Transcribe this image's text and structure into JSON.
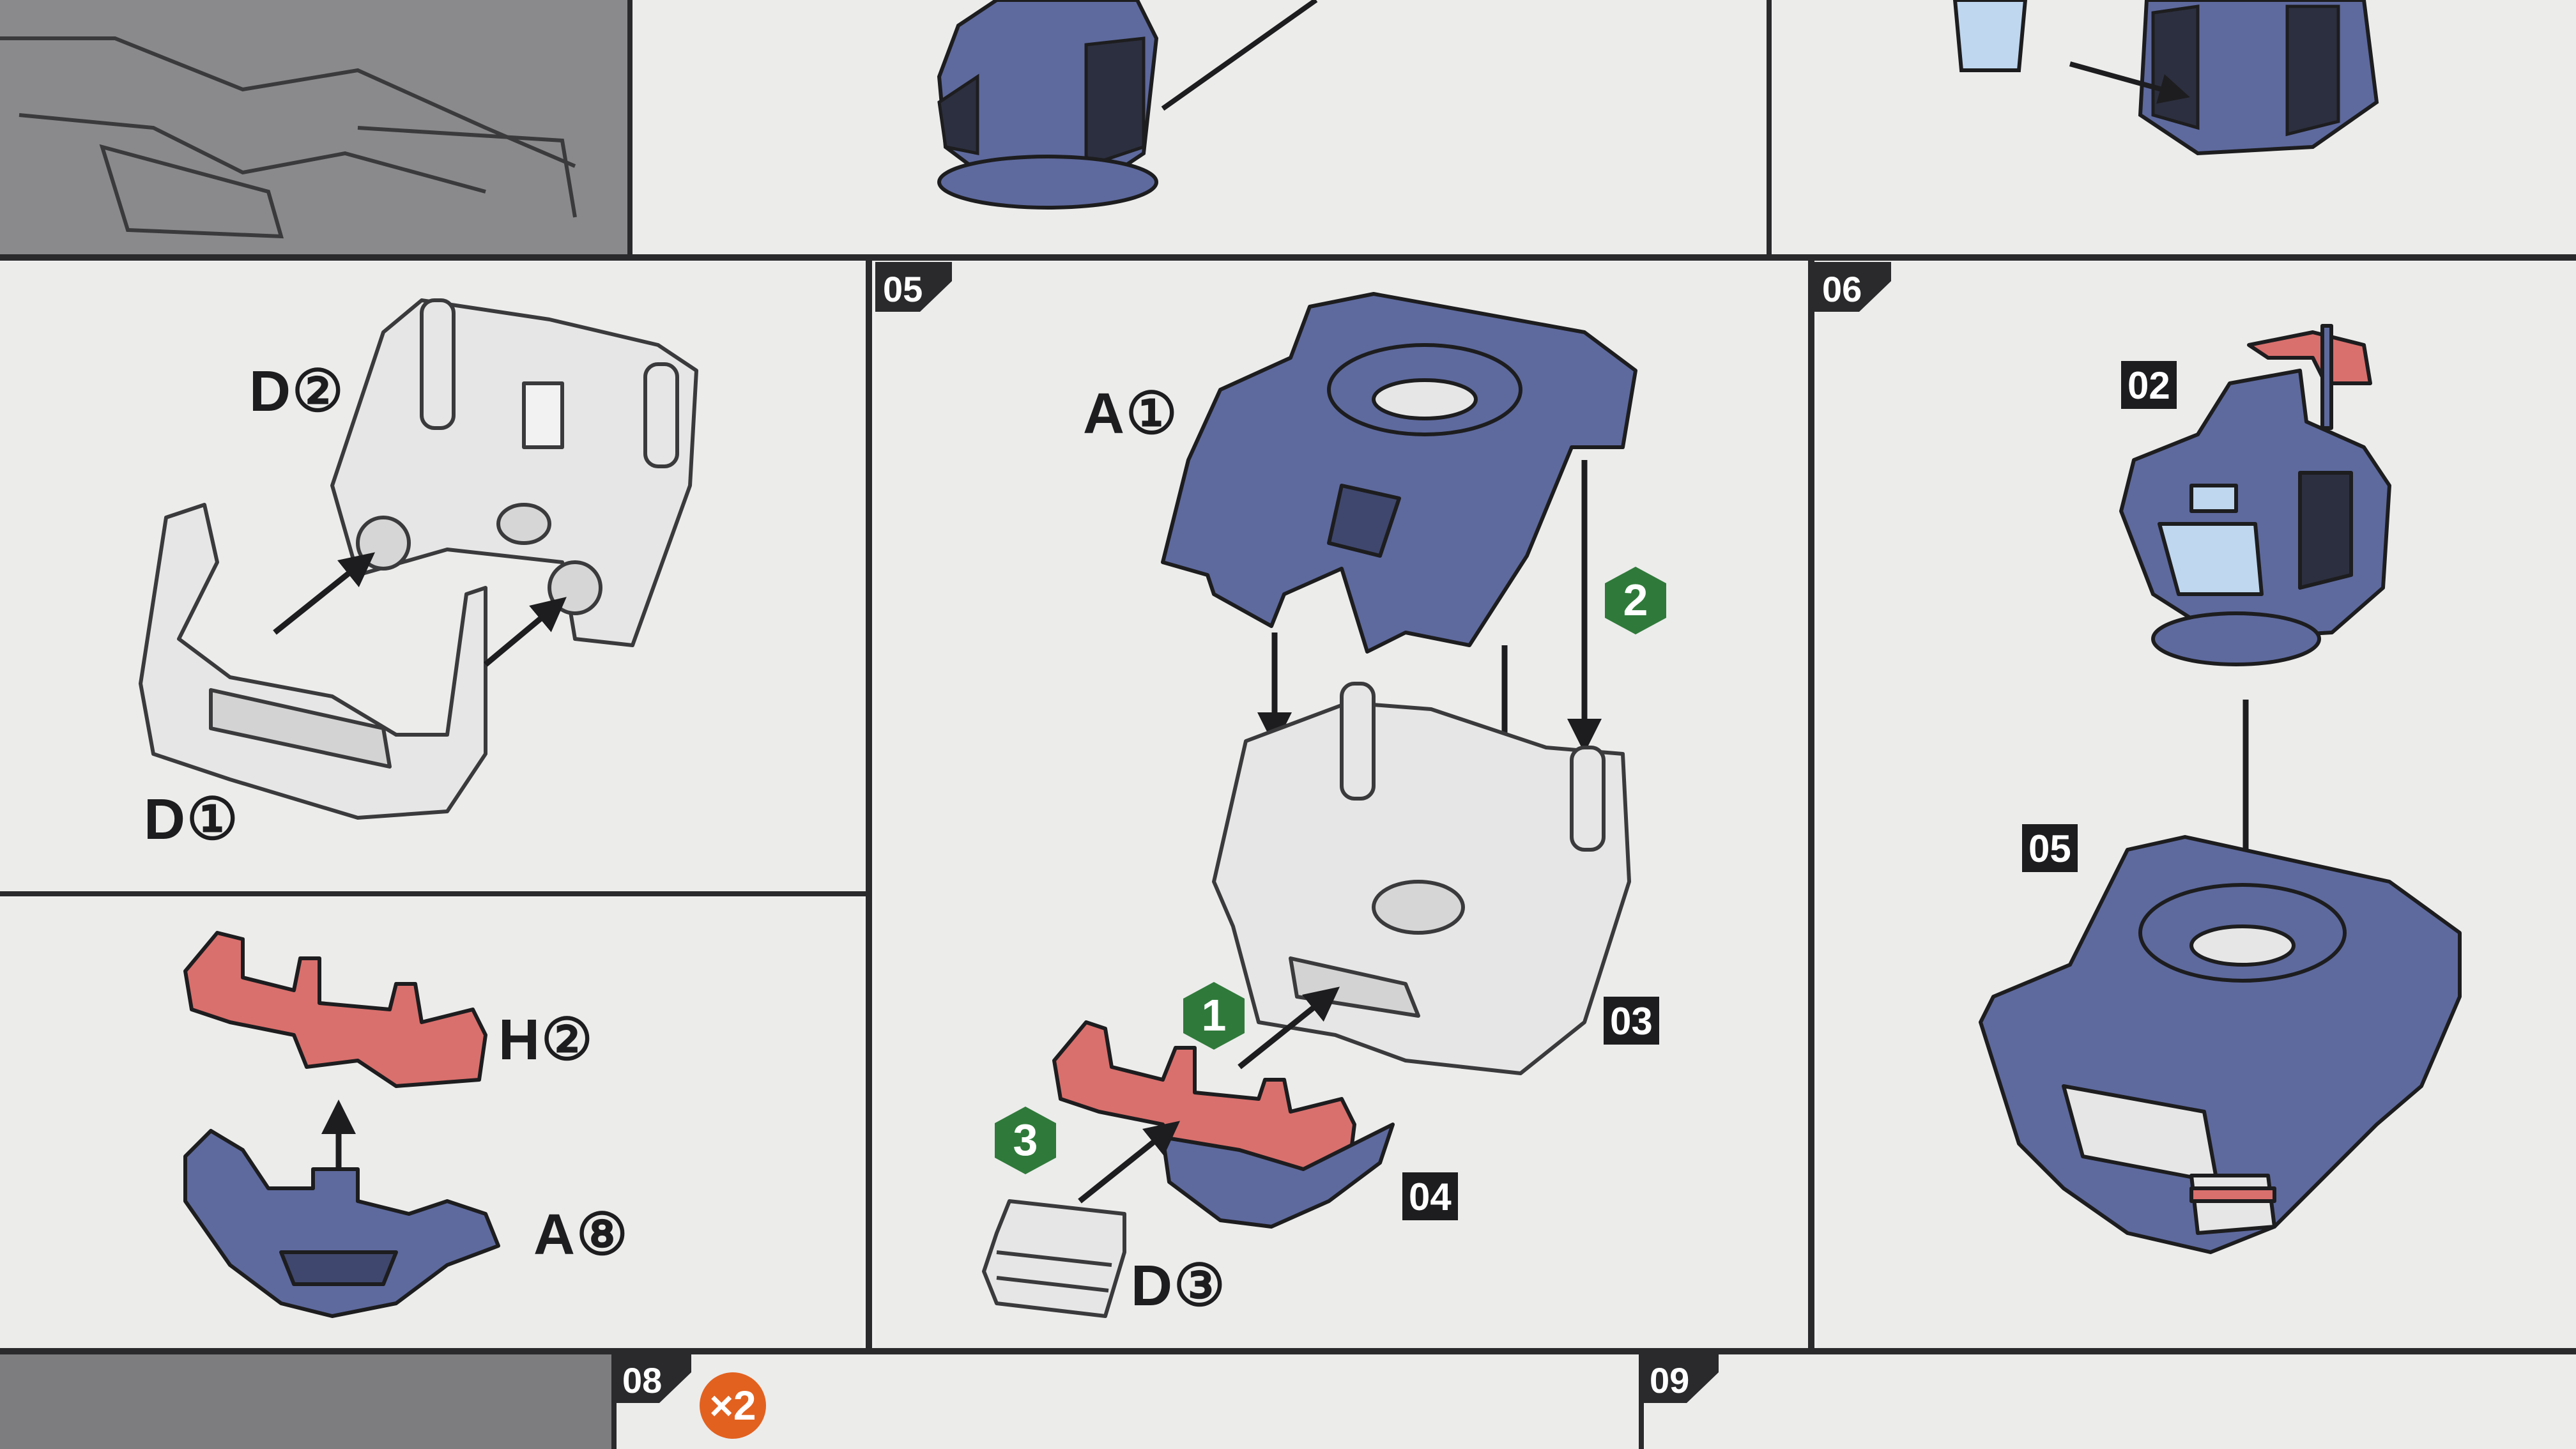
{
  "steps": {
    "s05": "05",
    "s06": "06",
    "s08": "08",
    "s09": "09"
  },
  "labels": {
    "d2": "D②",
    "d1": "D①",
    "h2": "H②",
    "a8": "A⑧",
    "a1": "A①",
    "d3": "D③"
  },
  "subassembly": {
    "b02": "02",
    "b03": "03",
    "b04": "04",
    "b05": "05"
  },
  "order": {
    "o1": "1",
    "o2": "2",
    "o3": "3"
  },
  "multiplier": "×2",
  "colors": {
    "blue_part": "#5e6a9e",
    "red_part": "#d9706d",
    "gray_part": "#e6e6e6",
    "order_marker": "#2f7a3a",
    "panel_bg": "#ececeb",
    "divider": "#2a2a2c",
    "multiplier_bg": "#e2611f"
  },
  "icons": {
    "order_marker": "hexagon-number-icon",
    "step_tab": "step-tab-icon",
    "arrow": "assembly-arrow-icon"
  }
}
